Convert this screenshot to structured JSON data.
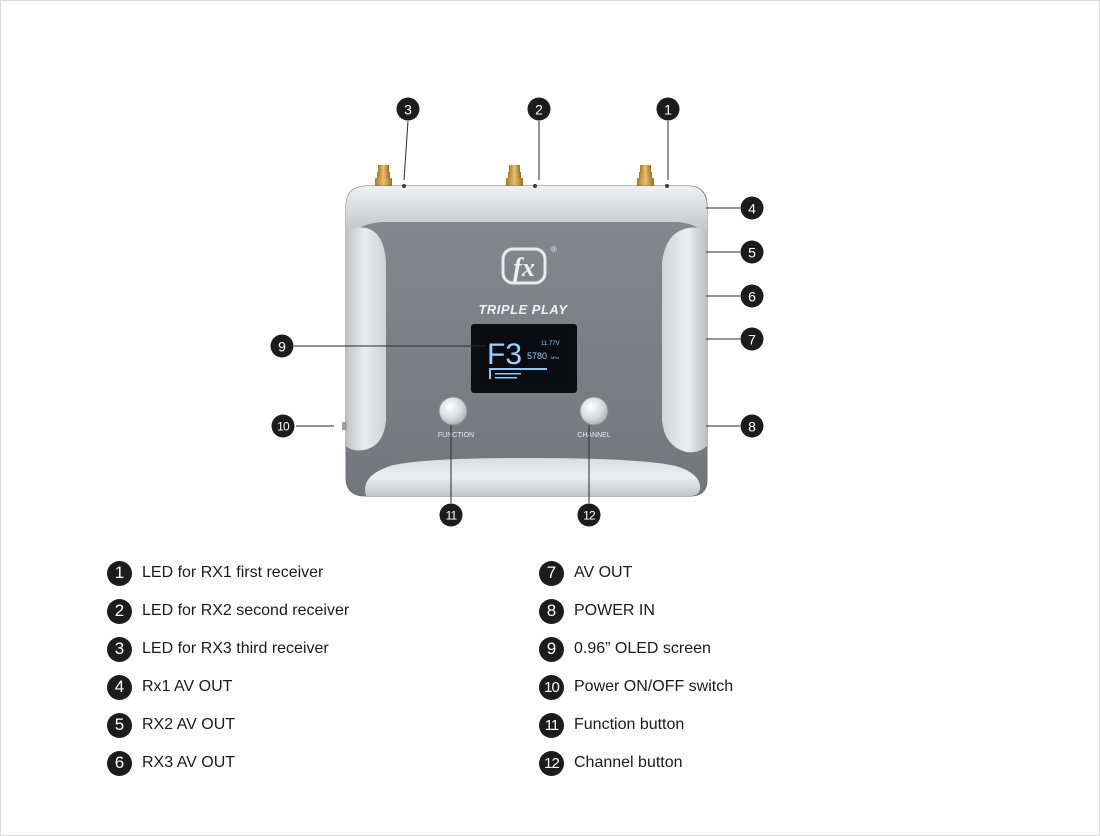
{
  "device": {
    "logo": "fx",
    "registered_mark": "®",
    "brand_name": "TRIPLE PLAY",
    "screen": {
      "mode": "F3",
      "voltage": "11.77V",
      "frequency": "5780",
      "frequency_unit": "MHz"
    },
    "buttons": {
      "function_label": "FUNCTION",
      "channel_label": "CHANNEL"
    }
  },
  "callouts": [
    "1",
    "2",
    "3",
    "4",
    "5",
    "6",
    "7",
    "8",
    "9",
    "10",
    "11",
    "12"
  ],
  "legend": [
    {
      "number": "1",
      "text": "LED for RX1 first receiver"
    },
    {
      "number": "2",
      "text": "LED for RX2 second receiver"
    },
    {
      "number": "3",
      "text": "LED for RX3 third receiver"
    },
    {
      "number": "4",
      "text": "Rx1 AV OUT"
    },
    {
      "number": "5",
      "text": "RX2 AV OUT"
    },
    {
      "number": "6",
      "text": "RX3 AV OUT"
    },
    {
      "number": "7",
      "text": "AV OUT"
    },
    {
      "number": "8",
      "text": "POWER IN"
    },
    {
      "number": "9",
      "text": "0.96” OLED screen"
    },
    {
      "number": "10",
      "text": "Power ON/OFF switch"
    },
    {
      "number": "11",
      "text": "Function button"
    },
    {
      "number": "12",
      "text": "Channel button"
    }
  ],
  "colors": {
    "badge": "#1c1c1c",
    "body_grey": "#7b7f84",
    "panel_silver": "#d4d6d8",
    "screen_blue": "#8fc8ff",
    "connector_gold": "#c99a3a"
  }
}
